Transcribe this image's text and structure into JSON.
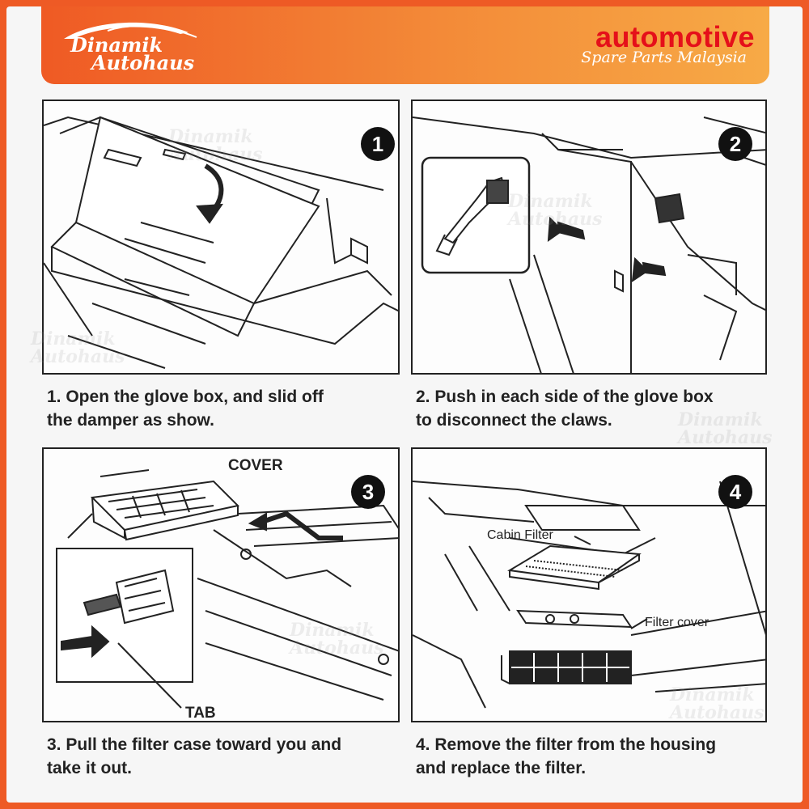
{
  "brand": {
    "line1": "Dinamik",
    "line2": "Autohaus"
  },
  "header": {
    "title": "automotive",
    "tagline": "Spare Parts Malaysia"
  },
  "colors": {
    "banner_start": "#ef5a24",
    "banner_end": "#f7aa46",
    "title": "#e5101a",
    "border": "#ee5a25"
  },
  "steps": [
    {
      "number": "1",
      "caption_line1": "1. Open the glove box, and slid off",
      "caption_line2": "the damper as show."
    },
    {
      "number": "2",
      "caption_line1": "2. Push in each side of the glove box",
      "caption_line2": "to disconnect the claws."
    },
    {
      "number": "3",
      "caption_line1": "3. Pull the filter case toward you and",
      "caption_line2": "take it out.",
      "callouts": {
        "cover": "COVER",
        "tab": "TAB"
      }
    },
    {
      "number": "4",
      "caption_line1": "4. Remove the filter from the housing",
      "caption_line2": "and replace the filter.",
      "callouts": {
        "cabin_filter": "Cabin Filter",
        "filter_cover": "Filter cover"
      }
    }
  ],
  "watermark": {
    "line1": "Dinamik",
    "line2": "Autohaus"
  }
}
